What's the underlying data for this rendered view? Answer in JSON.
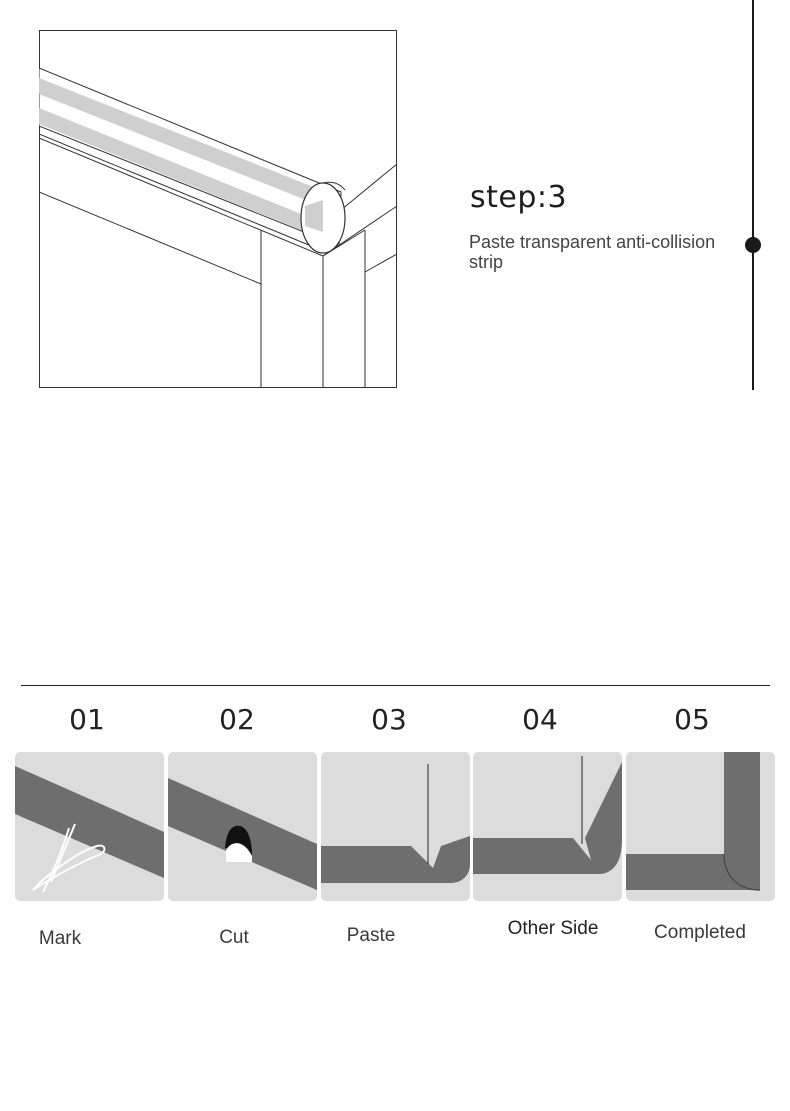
{
  "step": {
    "title": "step:3",
    "description": "Paste transparent anti-collision strip"
  },
  "process": {
    "steps": [
      {
        "number": "01",
        "label": "Mark",
        "icon": "scissors-icon"
      },
      {
        "number": "02",
        "label": "Cut",
        "icon": "notch-cut-icon"
      },
      {
        "number": "03",
        "label": "Paste",
        "icon": "paste-corner-icon"
      },
      {
        "number": "04",
        "label": "Other Side",
        "icon": "fold-corner-icon"
      },
      {
        "number": "05",
        "label": "Completed",
        "icon": "completed-corner-icon"
      }
    ]
  },
  "colors": {
    "strip": "#6e6e6e",
    "tile_background": "#dcdcdc",
    "line": "#1a1a1a"
  }
}
